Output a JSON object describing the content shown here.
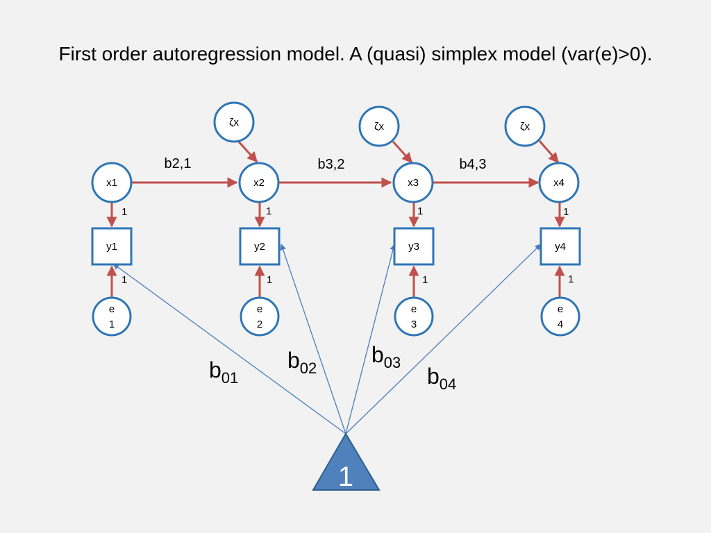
{
  "title": "First order autoregression model. A (quasi) simplex model (var(e)>0).",
  "latent": [
    "x1",
    "x2",
    "x3",
    "x4"
  ],
  "observed": [
    "y1",
    "y2",
    "y3",
    "y4"
  ],
  "errors": [
    {
      "top": "e",
      "bottom": "1"
    },
    {
      "top": "e",
      "bottom": "2"
    },
    {
      "top": "e",
      "bottom": "3"
    },
    {
      "top": "e",
      "bottom": "4"
    }
  ],
  "disturbance_label": "ζx",
  "regression_labels": [
    "b2,1",
    "b3,2",
    "b4,3"
  ],
  "loading_label": "1",
  "error_path_label": "1",
  "intercepts": [
    {
      "base": "b",
      "sub": "01"
    },
    {
      "base": "b",
      "sub": "02"
    },
    {
      "base": "b",
      "sub": "03"
    },
    {
      "base": "b",
      "sub": "04"
    }
  ],
  "constant_label": "1",
  "colors": {
    "node_stroke": "#2e75b6",
    "path": "#c0504d",
    "intercept_path": "#4a7ebb",
    "constant_fill": "#4f81bd",
    "background": "#f2f2f2"
  }
}
